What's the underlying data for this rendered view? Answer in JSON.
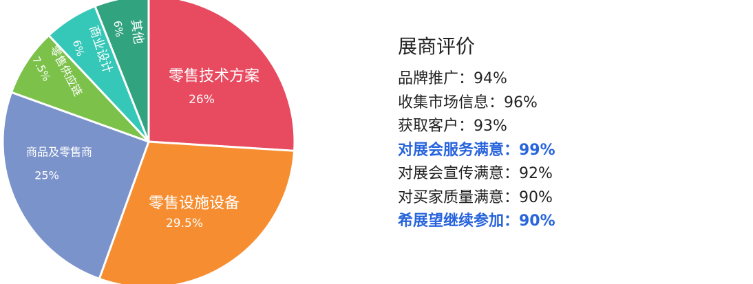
{
  "chart_data": {
    "type": "pie",
    "slices": [
      {
        "label": "零售技术方案",
        "value": 26,
        "value_label": "26%",
        "color": "#e84a5f"
      },
      {
        "label": "零售设施设备",
        "value": 29.5,
        "value_label": "29.5%",
        "color": "#f68e31"
      },
      {
        "label": "商品及零售商",
        "value": 25,
        "value_label": "25%",
        "color": "#7b93cb"
      },
      {
        "label": "零售供应链",
        "value": 7.5,
        "value_label": "7.5%",
        "color": "#7cc24a"
      },
      {
        "label": "商业设计",
        "value": 6,
        "value_label": "6%",
        "color": "#35c7b7"
      },
      {
        "label": "其他",
        "value": 6,
        "value_label": "6%",
        "color": "#31a37e"
      }
    ]
  },
  "panel": {
    "title": "展商评价",
    "items": [
      {
        "text": "品牌推广：94%",
        "highlight": false
      },
      {
        "text": "收集市场信息：96%",
        "highlight": false
      },
      {
        "text": "获取客户：93%",
        "highlight": false
      },
      {
        "text": "对展会服务满意：99%",
        "highlight": true
      },
      {
        "text": "对展会宣传满意：92%",
        "highlight": false
      },
      {
        "text": "对买家质量满意：90%",
        "highlight": false
      },
      {
        "text": "希展望继续参加：90%",
        "highlight": true
      }
    ]
  },
  "colors": {
    "highlight": "#2864dc",
    "text": "#222222"
  }
}
